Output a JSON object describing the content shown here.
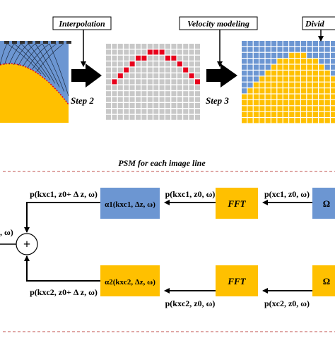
{
  "steps": {
    "interpolation_label": "Interpolation",
    "velocity_label": "Velocity modeling",
    "divid_label": "Divid",
    "step2": "Step 2",
    "step3": "Step 3"
  },
  "psm": {
    "title": "PSM for each image line"
  },
  "top_row": {
    "left_output": "p(kxc1, z0+ Δ z, ω)",
    "alpha_box": "α1(kxc1, Δz, ω)",
    "mid_label": "p(kxc1, z0, ω)",
    "fft_box": "FFT",
    "right_label": "p(xc1, z0, ω)",
    "partial_box": "Ω"
  },
  "bottom_row": {
    "left_output": "p(kxc2, z0+ Δ z, ω)",
    "alpha_box": "α2(kxc2, Δz, ω)",
    "mid_label": "p(kxc2, z0, ω)",
    "fft_box": "FFT",
    "right_label": "p(xc2, z0, ω)",
    "partial_box": "Ω"
  },
  "sum": {
    "symbol": "+",
    "left_fragment": ", ω)"
  },
  "colors": {
    "yellow": "#FFC000",
    "blue": "#6C96D2",
    "red": "#E8001C",
    "grid_gray": "#C8C8C8",
    "dash_red": "#C0504D"
  }
}
